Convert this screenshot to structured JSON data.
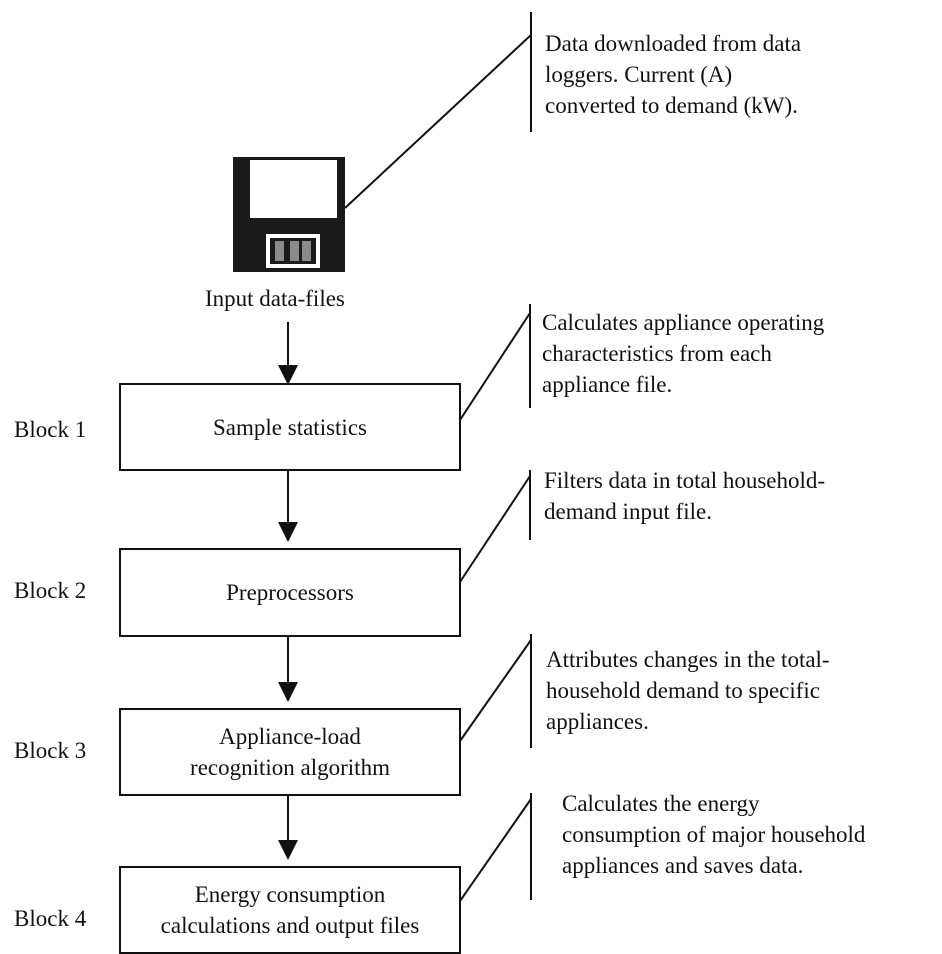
{
  "input": {
    "label": "Input data-files",
    "icon": "floppy-disk-icon",
    "note": [
      "Data downloaded from data",
      "loggers. Current (A)",
      "converted to demand (kW)."
    ]
  },
  "blocks": [
    {
      "label": "Block 1",
      "box_lines": [
        "Sample statistics"
      ],
      "note": [
        "Calculates appliance operating",
        "characteristics from each",
        "appliance file."
      ]
    },
    {
      "label": "Block 2",
      "box_lines": [
        "Preprocessors"
      ],
      "note": [
        "Filters data in total household-",
        "demand input file."
      ]
    },
    {
      "label": "Block 3",
      "box_lines": [
        "Appliance-load",
        "recognition algorithm"
      ],
      "note": [
        "Attributes changes in the total-",
        "household demand to specific",
        "appliances."
      ]
    },
    {
      "label": "Block 4",
      "box_lines": [
        "Energy consumption",
        "calculations and output files"
      ],
      "note": [
        "Calculates the energy",
        "consumption of major household",
        "appliances and saves data."
      ]
    }
  ],
  "colors": {
    "ink": "#111111",
    "disk_body": "#1a1a1a",
    "paper": "#ffffff"
  }
}
